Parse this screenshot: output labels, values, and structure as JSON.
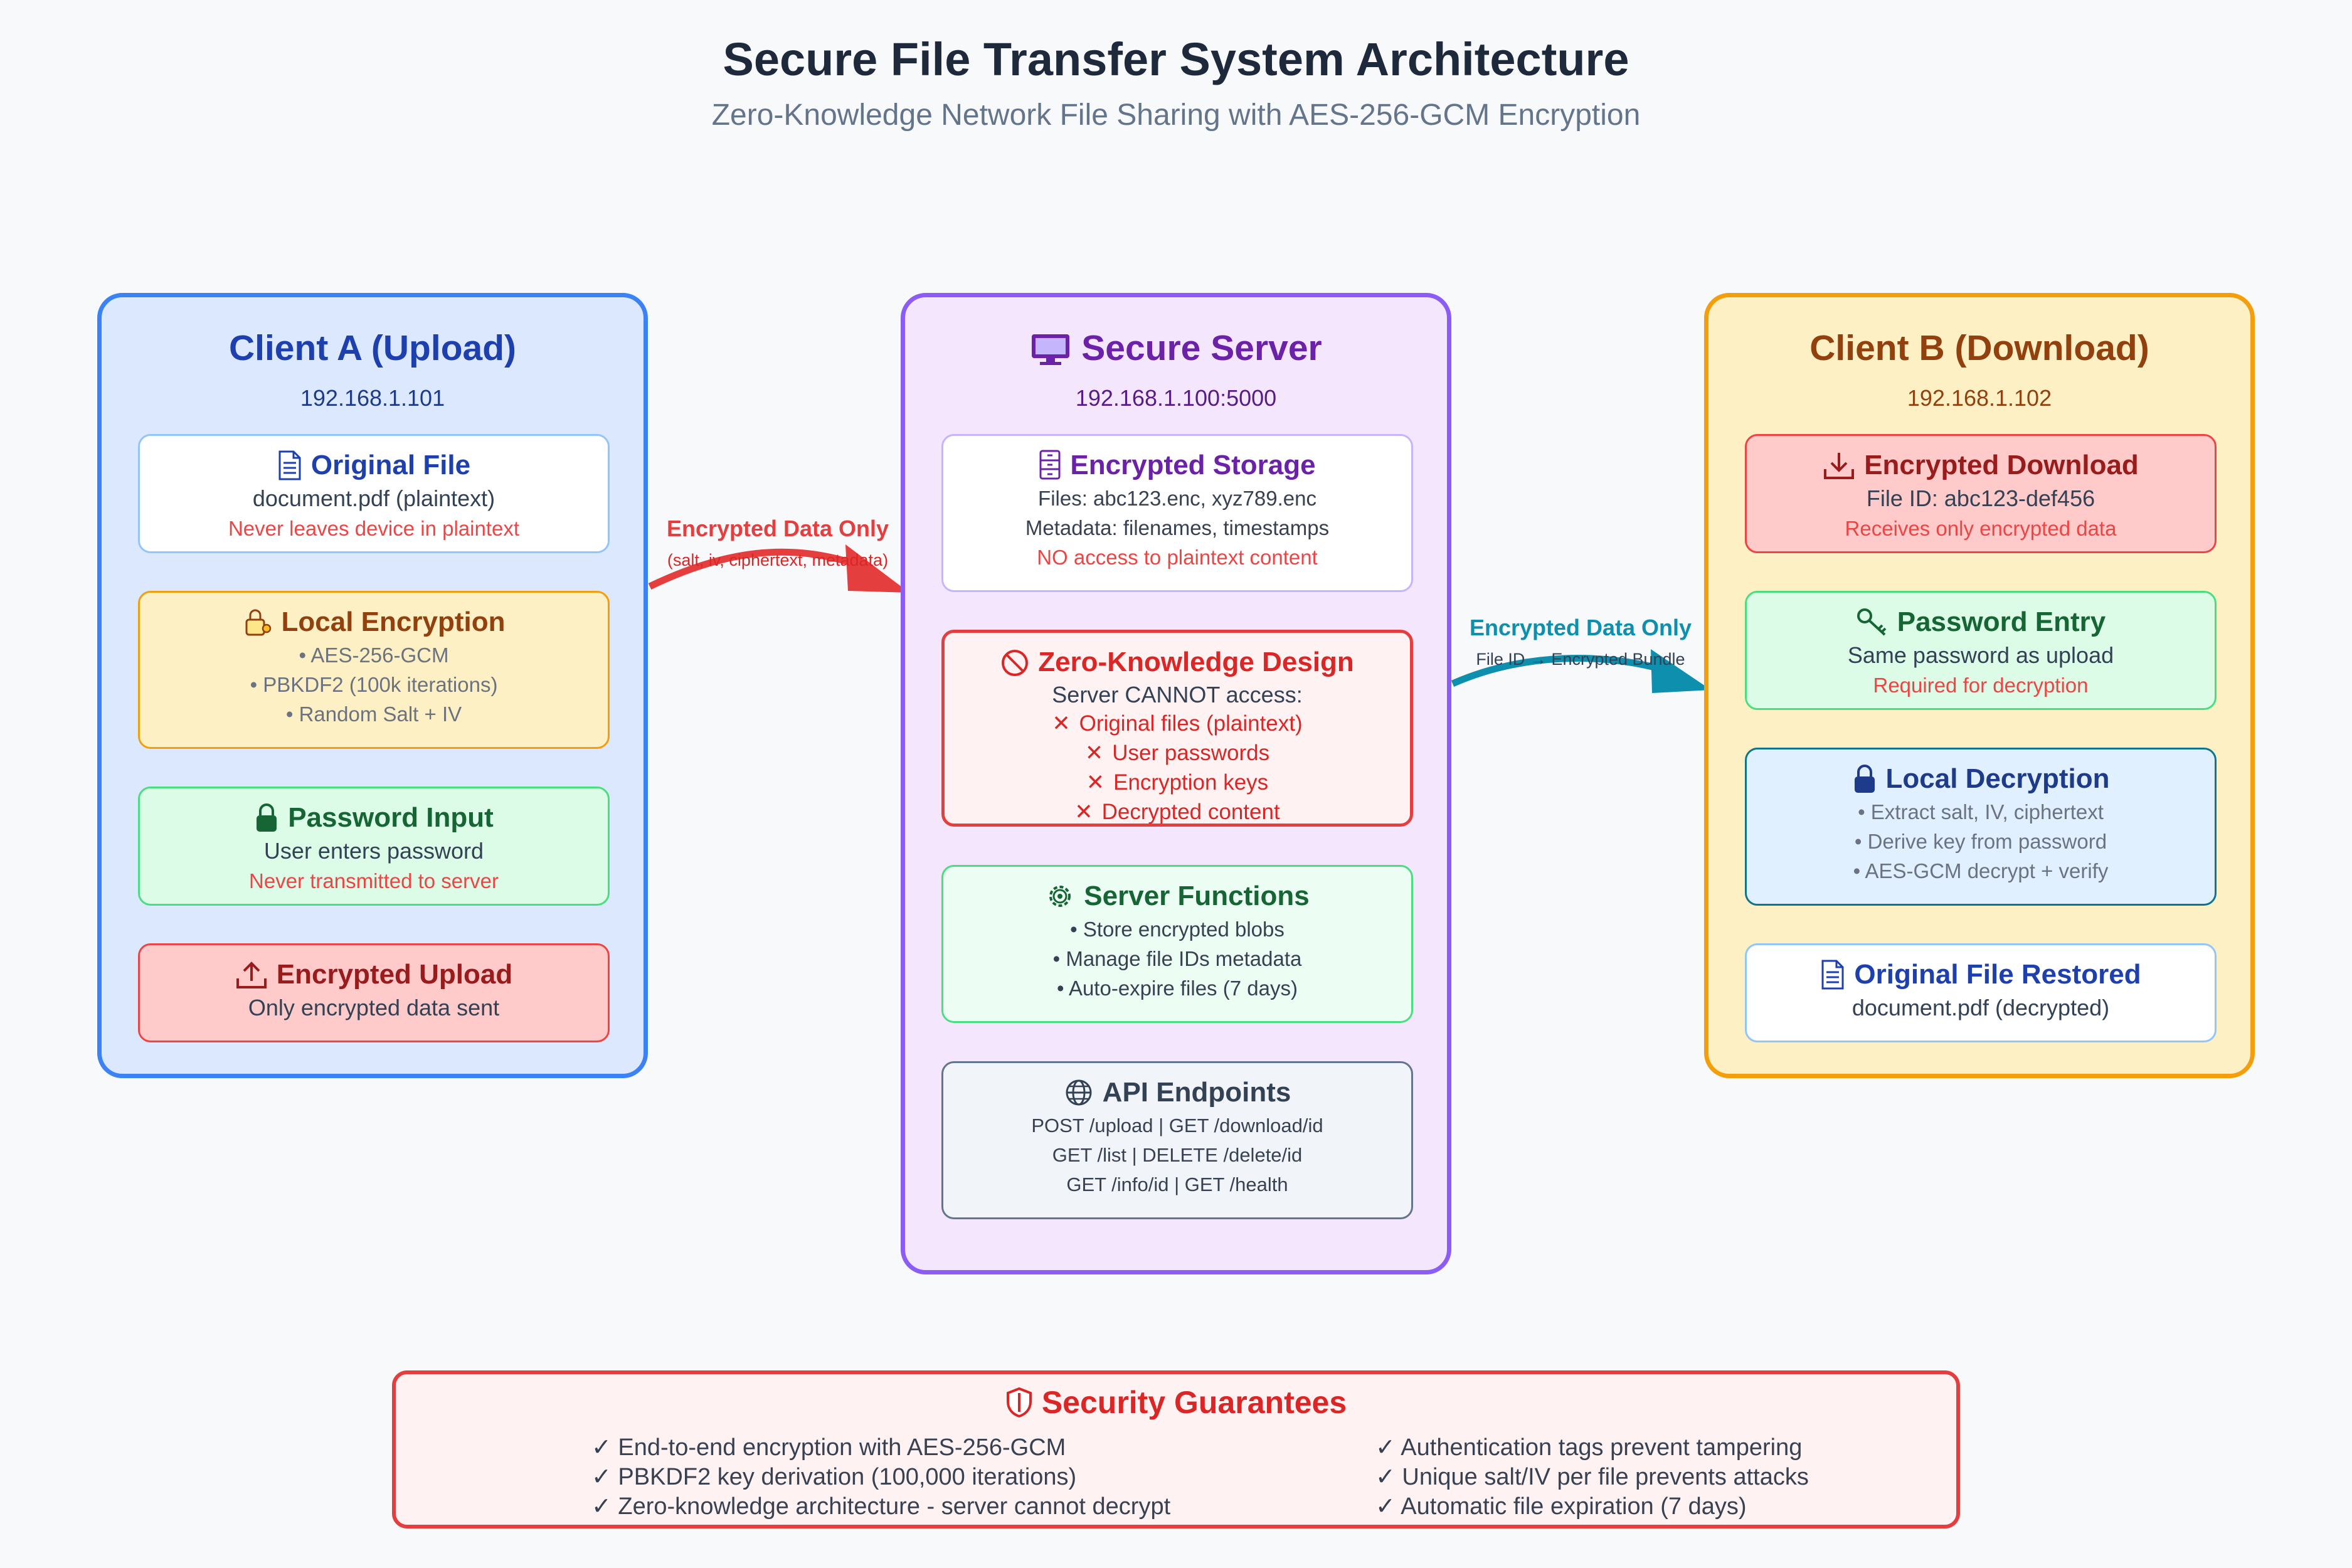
{
  "title": "Secure File Transfer System Architecture",
  "subtitle": "Zero-Knowledge Network File Sharing with AES-256-GCM Encryption",
  "client_a": {
    "title": "Client A (Upload)",
    "ip": "192.168.1.101",
    "cards": {
      "original_file": {
        "icon": "document-icon",
        "title": "Original File",
        "line1": "document.pdf (plaintext)",
        "note": "Never leaves device in plaintext"
      },
      "local_encryption": {
        "icon": "lock-key-icon",
        "title": "Local Encryption",
        "bullets": [
          "• AES-256-GCM",
          "• PBKDF2 (100k iterations)",
          "• Random Salt + IV"
        ]
      },
      "password_input": {
        "icon": "padlock-icon",
        "title": "Password Input",
        "line1": "User enters password",
        "note": "Never transmitted to server"
      },
      "encrypted_upload": {
        "icon": "upload-tray-icon",
        "title": "Encrypted Upload",
        "line1": "Only encrypted data sent"
      }
    }
  },
  "server": {
    "title": "Secure Server",
    "ip": "192.168.1.100:5000",
    "icon": "monitor-icon",
    "cards": {
      "encrypted_storage": {
        "icon": "cabinet-icon",
        "title": "Encrypted Storage",
        "line1": "Files: abc123.enc, xyz789.enc",
        "line2": "Metadata: filenames, timestamps",
        "note": "NO access to plaintext content"
      },
      "zero_knowledge": {
        "icon": "prohibited-icon",
        "title": "Zero-Knowledge Design",
        "line1": "Server CANNOT access:",
        "items": [
          "Original files (plaintext)",
          "User passwords",
          "Encryption keys",
          "Decrypted content"
        ]
      },
      "server_functions": {
        "icon": "gear-icon",
        "title": "Server Functions",
        "bullets": [
          "• Store encrypted blobs",
          "• Manage file IDs metadata",
          "• Auto-expire files (7 days)"
        ]
      },
      "api_endpoints": {
        "icon": "globe-icon",
        "title": "API Endpoints",
        "lines": [
          "POST /upload | GET /download/id",
          "GET /list | DELETE /delete/id",
          "GET /info/id | GET /health"
        ]
      }
    }
  },
  "client_b": {
    "title": "Client B (Download)",
    "ip": "192.168.1.102",
    "cards": {
      "encrypted_download": {
        "icon": "download-tray-icon",
        "title": "Encrypted Download",
        "line1": "File ID: abc123-def456",
        "note": "Receives only encrypted data"
      },
      "password_entry": {
        "icon": "key-icon",
        "title": "Password Entry",
        "line1": "Same password as upload",
        "note": "Required for decryption"
      },
      "local_decryption": {
        "icon": "padlock-icon",
        "title": "Local Decryption",
        "bullets": [
          "• Extract salt, IV, ciphertext",
          "• Derive key from password",
          "• AES-GCM decrypt + verify"
        ]
      },
      "file_restored": {
        "icon": "document-icon",
        "title": "Original File Restored",
        "line1": "document.pdf (decrypted)"
      }
    }
  },
  "arrows": {
    "upload": {
      "label": "Encrypted Data Only",
      "sub": "(salt, iv, ciphertext, metadata)",
      "color": "#e53e3e"
    },
    "download": {
      "label": "Encrypted Data Only",
      "sub": "File ID → Encrypted Bundle",
      "color": "#0e8fad"
    }
  },
  "guarantees": {
    "icon": "shield-icon",
    "title": "Security Guarantees",
    "left": [
      "✓ End-to-end encryption with AES-256-GCM",
      "✓ PBKDF2 key derivation (100,000 iterations)",
      "✓ Zero-knowledge architecture - server cannot decrypt"
    ],
    "right": [
      "✓ Authentication tags prevent tampering",
      "✓ Unique salt/IV per file prevents attacks",
      "✓ Automatic file expiration (7 days)"
    ]
  },
  "colors": {
    "client_a": "#3b82f6",
    "server": "#8b5cf6",
    "client_b": "#f59e0b",
    "danger": "#e53e3e"
  }
}
